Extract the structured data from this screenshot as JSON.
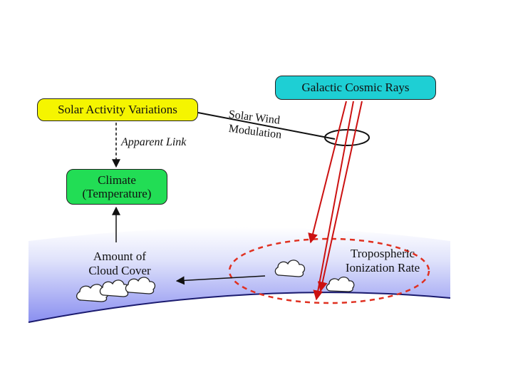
{
  "nodes": {
    "solar_activity": "Solar Activity Variations",
    "cosmic_rays": "Galactic Cosmic Rays",
    "climate_line1": "Climate",
    "climate_line2": "(Temperature)"
  },
  "labels": {
    "apparent_link": "Apparent Link",
    "solar_wind_line1": "Solar Wind",
    "solar_wind_line2": "Modulation",
    "cloud_cover_line1": "Amount of",
    "cloud_cover_line2": "Cloud Cover",
    "ionization_line1": "Tropospheric",
    "ionization_line2": "Ionization Rate"
  },
  "colors": {
    "solar_box": "#f5f500",
    "cosmic_box": "#1ecfd4",
    "climate_box": "#22dd55",
    "cosmic_ray_lines": "#cc1111",
    "ionization_region": "#e03020",
    "atmosphere_top": "#ffffff",
    "atmosphere_bottom": "#8a8ff0"
  }
}
